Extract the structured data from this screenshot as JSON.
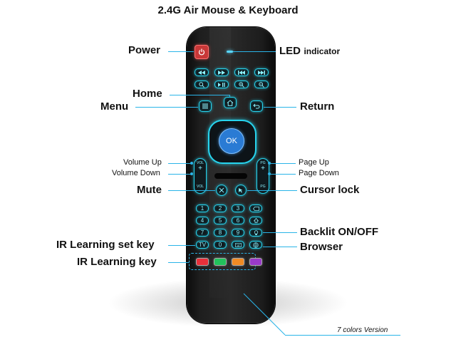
{
  "title": "2.4G Air Mouse & Keyboard",
  "labels": {
    "power": "Power",
    "led": "LED",
    "led_suffix": "indicator",
    "home": "Home",
    "menu": "Menu",
    "return": "Return",
    "volume_up": "Volume Up",
    "volume_down": "Volume Down",
    "page_up": "Page Up",
    "page_down": "Page Down",
    "mute": "Mute",
    "cursor_lock": "Cursor lock",
    "backlit": "Backlit ON/OFF",
    "ir_set": "IR Learning set key",
    "browser": "Browser",
    "ir_key": "IR Learning key",
    "version": "7 colors Version"
  },
  "remote": {
    "ok": "OK",
    "vol": "VOL",
    "pg": "PG",
    "plus": "+",
    "tv": "TV",
    "keys": [
      "1",
      "2",
      "3",
      "",
      "4",
      "5",
      "6",
      "",
      "7",
      "8",
      "9",
      "",
      "0"
    ]
  },
  "colors": {
    "glow": "#27d4ee",
    "ir_keys": [
      "#e8303a",
      "#22c25c",
      "#f08a24",
      "#9a3ac8"
    ]
  }
}
